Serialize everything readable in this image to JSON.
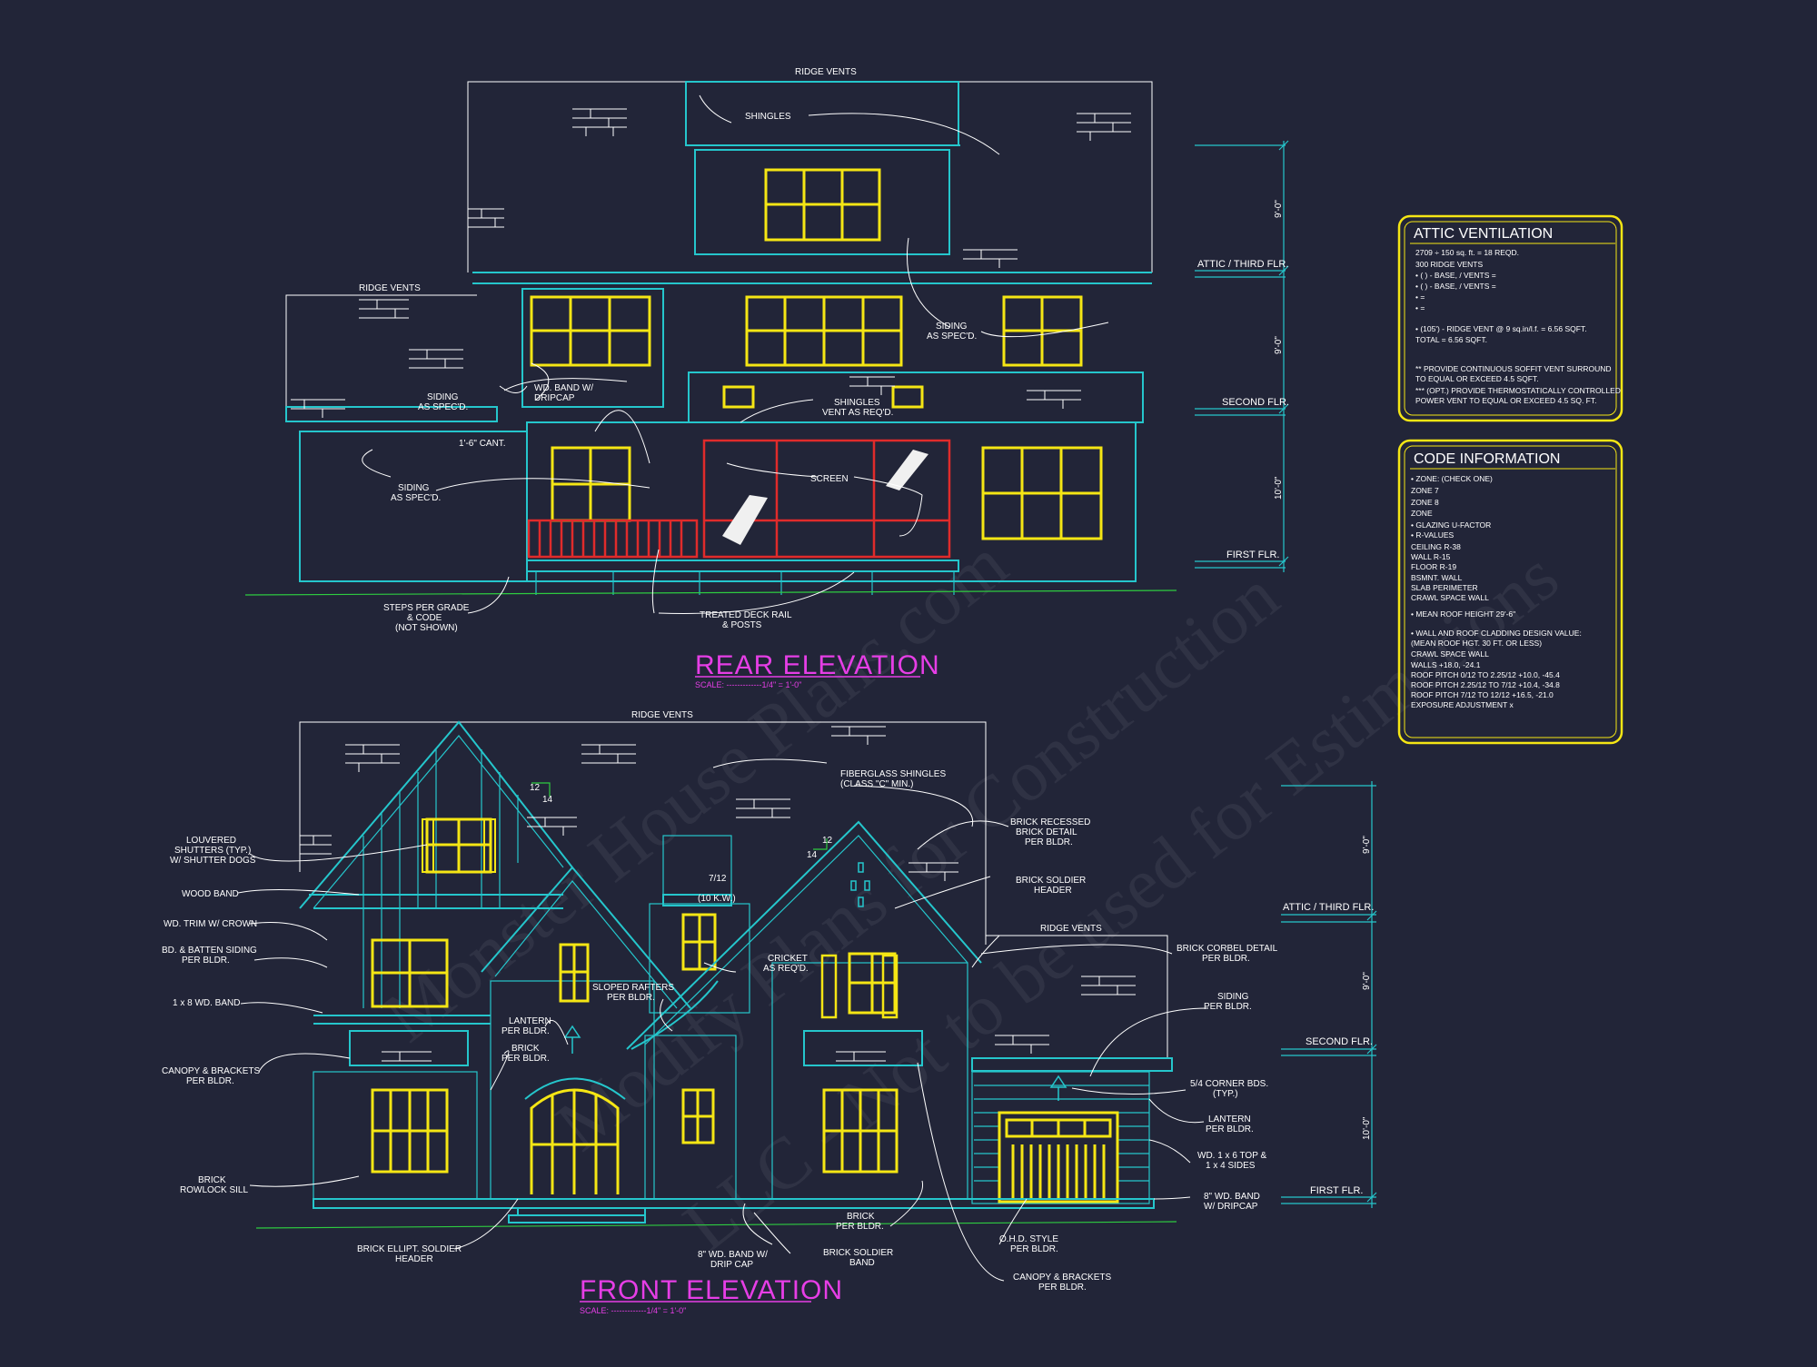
{
  "rear": {
    "title": "REAR ELEVATION",
    "scale": "SCALE: -------------1/4\" = 1'-0\"",
    "notes": {
      "ridge_vents_top": "RIDGE VENTS",
      "shingles": "SHINGLES",
      "ridge_vents_left": "RIDGE VENTS",
      "siding_1a": "SIDING",
      "siding_1b": "AS SPEC'D.",
      "wd_band_a": "WD. BAND W/",
      "wd_band_b": "DRIPCAP",
      "shingles_vent_a": "SHINGLES",
      "shingles_vent_b": "VENT AS REQ'D.",
      "siding_2a": "SIDING",
      "siding_2b": "AS SPEC'D.",
      "cant": "1'-6\" CANT.",
      "siding_3a": "SIDING",
      "siding_3b": "AS SPEC'D.",
      "screen": "SCREEN",
      "steps_a": "STEPS PER GRADE",
      "steps_b": "& CODE",
      "steps_c": "(NOT SHOWN)",
      "deck_a": "TREATED DECK RAIL",
      "deck_b": "& POSTS"
    },
    "levels": {
      "attic": "ATTIC / THIRD FLR.",
      "second": "SECOND FLR.",
      "first": "FIRST FLR."
    },
    "dims": [
      "9'-0\"",
      "9'-0\"",
      "10'-0\""
    ]
  },
  "front": {
    "title": "FRONT ELEVATION",
    "scale": "SCALE: -------------1/4\" = 1'-0\"",
    "notes": {
      "ridge_vents_top": "RIDGE VENTS",
      "fiberglass_a": "FIBERGLASS SHINGLES",
      "fiberglass_b": "(CLASS \"C\" MIN.)",
      "louvered_a": "LOUVERED",
      "louvered_b": "SHUTTERS (TYP.)",
      "louvered_c": "W/ SHUTTER DOGS",
      "wood_band": "WOOD BAND",
      "wd_trim": "WD. TRIM W/ CROWN",
      "bd_batten_a": "BD. & BATTEN SIDING",
      "bd_batten_b": "PER BLDR.",
      "wd_band_1x8": "1 x 8 WD. BAND",
      "canopy_a": "CANOPY & BRACKETS",
      "canopy_b": "PER BLDR.",
      "rowlock_a": "BRICK",
      "rowlock_b": "ROWLOCK SILL",
      "ellipt_a": "BRICK ELLIPT. SOLDIER",
      "ellipt_b": "HEADER",
      "lantern1_a": "LANTERN",
      "lantern1_b": "PER BLDR.",
      "brick1_a": "BRICK",
      "brick1_b": "PER BLDR.",
      "sloped_a": "SLOPED RAFTERS",
      "sloped_b": "PER BLDR.",
      "cricket_a": "CRICKET",
      "cricket_b": "AS REQ'D.",
      "pitch_712": "7/12",
      "kw": "(10 K.W.)",
      "pitch_12a": "12",
      "pitch_14a": "14",
      "pitch_12b": "12",
      "pitch_14b": "14",
      "brick_recessed_a": "BRICK RECESSED",
      "brick_recessed_b": "BRICK DETAIL",
      "brick_recessed_c": "PER BLDR.",
      "brick_soldier_a": "BRICK SOLDIER",
      "brick_soldier_b": "HEADER",
      "ridge_vents_right": "RIDGE VENTS",
      "corbel_a": "BRICK CORBEL DETAIL",
      "corbel_b": "PER BLDR.",
      "siding_a": "SIDING",
      "siding_b": "PER BLDR.",
      "corner_a": "5/4 CORNER BDS.",
      "corner_b": "(TYP.)",
      "lantern2_a": "LANTERN",
      "lantern2_b": "PER BLDR.",
      "wd1x6_a": "WD. 1 x 6 TOP &",
      "wd1x6_b": "1 x 4 SIDES",
      "band8_a": "8\" WD. BAND",
      "band8_b": "W/ DRIPCAP",
      "brick2_a": "BRICK",
      "brick2_b": "PER BLDR.",
      "drip_a": "8\" WD. BAND W/",
      "drip_b": "DRIP CAP",
      "soldier_band_a": "BRICK SOLDIER",
      "soldier_band_b": "BAND",
      "ohd_a": "O.H.D. STYLE",
      "ohd_b": "PER BLDR.",
      "canopy2_a": "CANOPY & BRACKETS",
      "canopy2_b": "PER BLDR."
    },
    "levels": {
      "attic": "ATTIC / THIRD FLR.",
      "second": "SECOND FLR.",
      "first": "FIRST FLR."
    },
    "dims": [
      "9'-0\"",
      "9'-0\"",
      "10'-0\""
    ]
  },
  "attic_box": {
    "title": "ATTIC VENTILATION",
    "lines": [
      "2709 ÷ 150 sq. ft. = 18 REQD.",
      "300          RIDGE VENTS",
      "• (    ) -         BASE,    /    VENTS    =",
      "• (    ) -         BASE,    /    VENTS    =",
      "•                                               =",
      "•                                               =",
      "• (105') - RIDGE VENT @ 9 sq.in/l.f. = 6.56 SQFT.",
      "                                 TOTAL       = 6.56 SQFT.",
      "** PROVIDE CONTINUOUS SOFFIT VENT SURROUND",
      "    TO EQUAL OR EXCEED  4.5 SQFT.",
      "*** (OPT.) PROVIDE THERMOSTATICALLY CONTROLLED",
      "    POWER VENT TO EQUAL OR EXCEED 4.5 SQ. FT."
    ]
  },
  "code_box": {
    "title": "CODE INFORMATION",
    "lines": [
      "• ZONE: (CHECK ONE)",
      "      ZONE 7",
      "      ZONE 8",
      "      ZONE",
      "• GLAZING U-FACTOR",
      "• R-VALUES",
      "      CEILING                      R-38",
      "      WALL                          R-15",
      "      FLOOR                        R-19",
      "      BSMNT. WALL",
      "      SLAB PERIMETER",
      "      CRAWL SPACE WALL",
      "• MEAN ROOF HEIGHT    29'-6\"",
      "• WALL AND ROOF CLADDING DESIGN VALUE:",
      "   (MEAN ROOF HGT. 30 FT. OR LESS)",
      "      CRAWL SPACE WALL",
      "      WALLS                        +18.0, -24.1",
      "      ROOF PITCH 0/12 TO 2.25/12   +10.0, -45.4",
      "      ROOF PITCH 2.25/12 TO 7/12   +10.4, -34.8",
      "      ROOF PITCH 7/12 TO 12/12     +16.5, -21.0",
      "      EXPOSURE ADJUSTMENT          x"
    ]
  },
  "watermark": [
    "Monster House Plans.com",
    "Modify Plans for Construction",
    "LLC - Not to be used for Estimations"
  ],
  "colors": {
    "background": "#222538",
    "cyan": "#25c6cc",
    "yellow": "#f5e614",
    "magenta": "#e63ee6",
    "red": "#e02b2b",
    "green": "#2ecc40"
  }
}
